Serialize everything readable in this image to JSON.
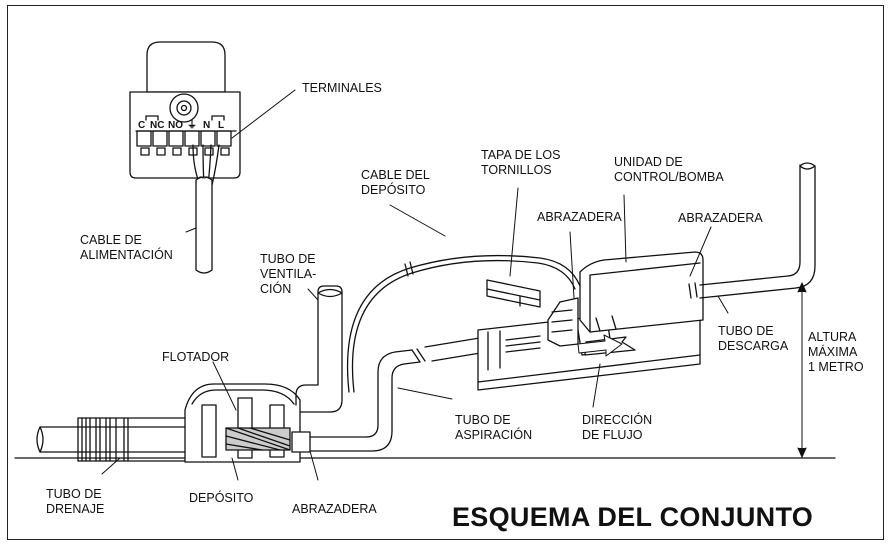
{
  "title": "ESQUEMA DEL CONJUNTO",
  "terminal_letters": [
    "C",
    "NC",
    "NO",
    "⏚",
    "N",
    "L"
  ],
  "labels": {
    "terminales": "TERMINALES",
    "cable_alimentacion": "CABLE DE\nALIMENTACIÓN",
    "cable_deposito": "CABLE DEL\nDEPÓSITO",
    "tapa_tornillos": "TAPA DE LOS\nTORNILLOS",
    "unidad_control": "UNIDAD DE\nCONTROL/BOMBA",
    "abrazadera_1": "ABRAZADERA",
    "abrazadera_2": "ABRAZADERA",
    "abrazadera_3": "ABRAZADERA",
    "tubo_ventilacion": "TUBO DE\nVENTILA-\nCIÓN",
    "flotador": "FLOTADOR",
    "tubo_descarga": "TUBO DE\nDESCARGA",
    "altura_maxima": "ALTURA\nMÁXIMA\n1 METRO",
    "tubo_aspiracion": "TUBO DE\nASPIRACIÓN",
    "direccion_flujo": "DIRECCIÓN\nDE FLUJO",
    "tubo_drenaje": "TUBO DE\nDRENAJE",
    "deposito": "DEPÓSITO"
  }
}
